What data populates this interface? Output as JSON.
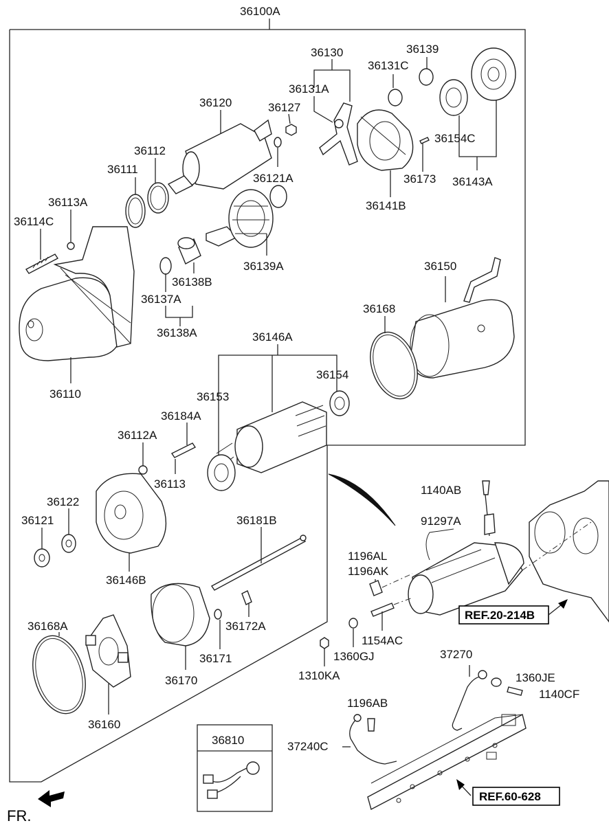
{
  "assembly_label": "36100A",
  "labels": {
    "p36130": "36130",
    "p36139": "36139",
    "p36131C": "36131C",
    "p36131A": "36131A",
    "p36120": "36120",
    "p36127": "36127",
    "p36154C": "36154C",
    "p36112": "36112",
    "p36121A": "36121A",
    "p36173": "36173",
    "p36143A": "36143A",
    "p36111": "36111",
    "p36113A": "36113A",
    "p36141B": "36141B",
    "p36114C": "36114C",
    "p36139A": "36139A",
    "p36150": "36150",
    "p36138B": "36138B",
    "p36137A": "36137A",
    "p36168": "36168",
    "p36138A": "36138A",
    "p36146A": "36146A",
    "p36154": "36154",
    "p36110": "36110",
    "p36153": "36153",
    "p36184A": "36184A",
    "p36112A": "36112A",
    "p36113": "36113",
    "p1140AB": "1140AB",
    "p36122": "36122",
    "p36121": "36121",
    "p91297A": "91297A",
    "p36181B": "36181B",
    "p1196AL": "1196AL",
    "p1196AK": "1196AK",
    "p36146B": "36146B",
    "p36168A": "36168A",
    "p36172A": "36172A",
    "p1154AC": "1154AC",
    "p36171": "36171",
    "p1360GJ": "1360GJ",
    "p37270": "37270",
    "p36170": "36170",
    "p1310KA": "1310KA",
    "p1360JE": "1360JE",
    "p1140CF": "1140CF",
    "p1196AB": "1196AB",
    "p36160": "36160",
    "p36810": "36810",
    "p37240C": "37240C"
  },
  "references": {
    "ref_engine": "REF.20-214B",
    "ref_frame": "REF.60-628"
  },
  "direction_label": "FR."
}
